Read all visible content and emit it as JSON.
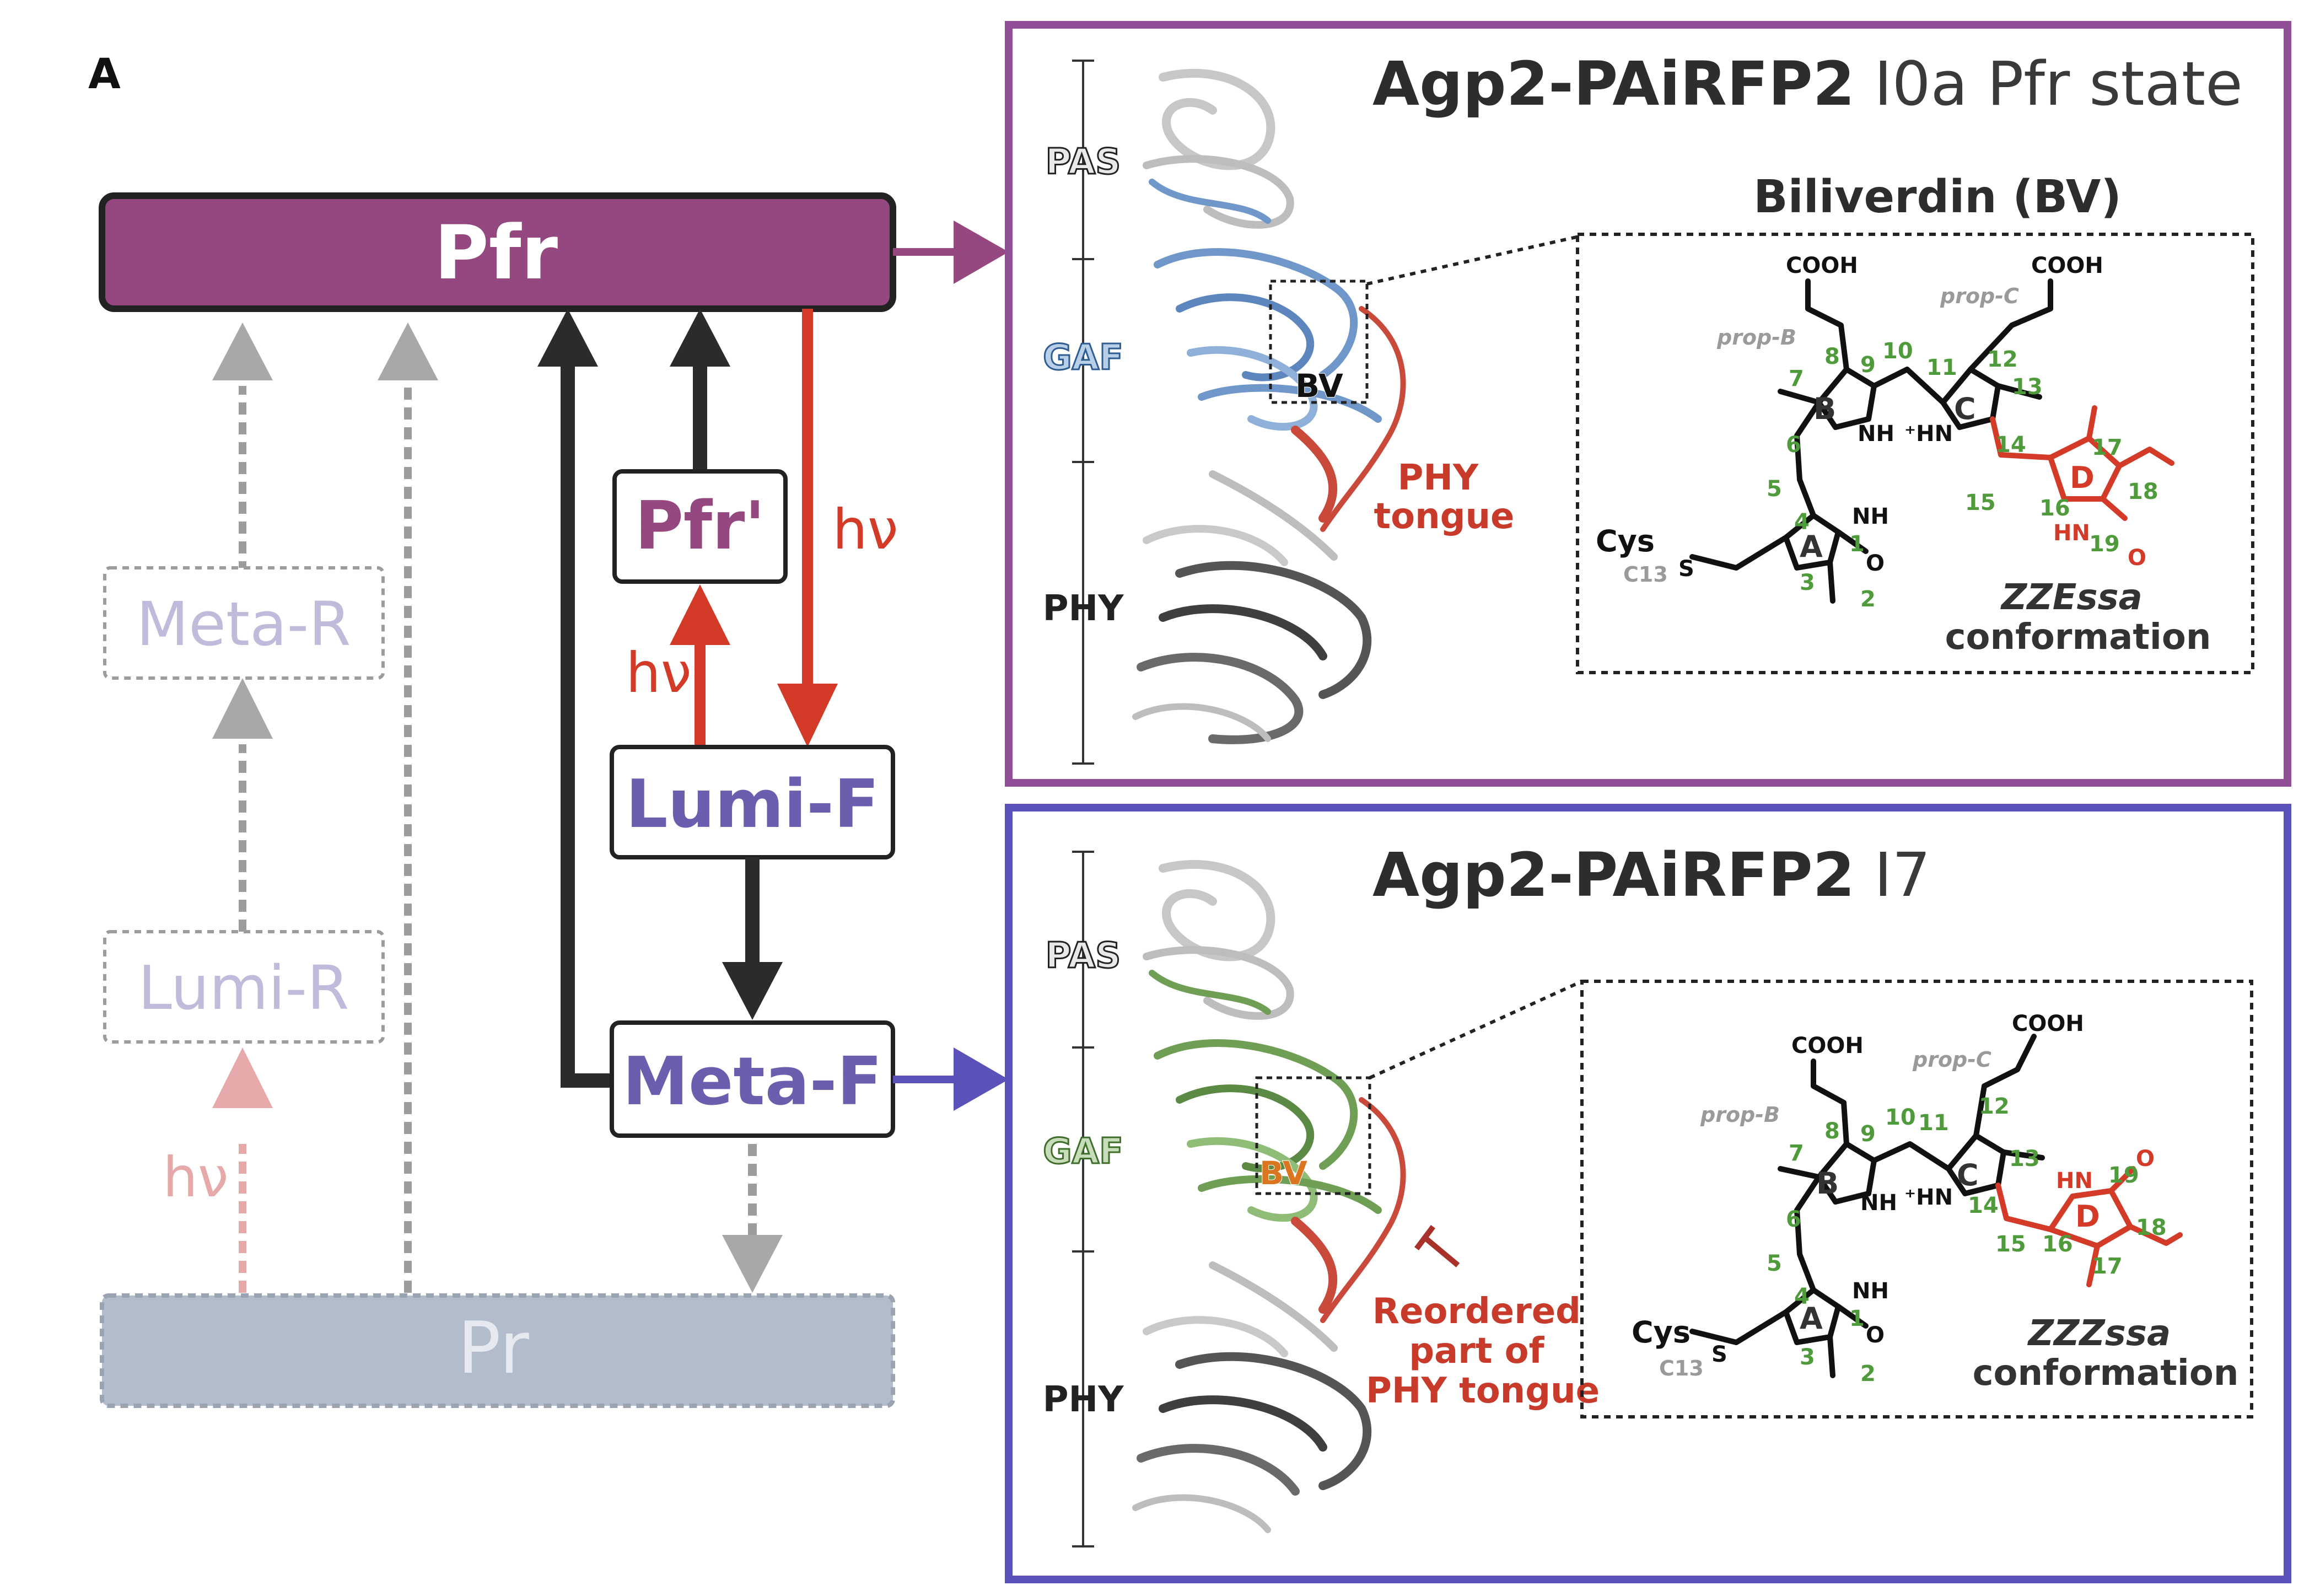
{
  "panel_label": "A",
  "scheme": {
    "pfr": "Pfr",
    "pfr_prime": "Pfr'",
    "lumi_f": "Lumi-F",
    "meta_f": "Meta-F",
    "meta_r": "Meta-R",
    "lumi_r": "Lumi-R",
    "pr": "Pr",
    "hv": "hν"
  },
  "panels": [
    {
      "title_bold": "Agp2-PAiRFP2",
      "title_rest": "I0a Pfr state",
      "domains": [
        "PAS",
        "GAF",
        "PHY"
      ],
      "chromophore_label": "BV",
      "tongue_label": [
        "PHY",
        "tongue"
      ],
      "inset_title": "Biliverdin (BV)",
      "conformation": [
        "ZZEssa",
        "conformation"
      ]
    },
    {
      "title_bold": "Agp2-PAiRFP2",
      "title_rest": "I7",
      "domains": [
        "PAS",
        "GAF",
        "PHY"
      ],
      "chromophore_label": "BV",
      "tongue_label": [
        "Reordered",
        "part of",
        "PHY tongue"
      ],
      "conformation": [
        "ZZZssa",
        "conformation"
      ]
    }
  ],
  "molecule": {
    "cooh": "COOH",
    "prop_b": "prop-B",
    "prop_c": "prop-C",
    "cys": "Cys",
    "c13": "C13",
    "s": "S",
    "nh": "NH",
    "hn_plus": "⁺HN",
    "hn": "HN",
    "o": "O",
    "rings": [
      "A",
      "B",
      "C",
      "D"
    ],
    "locants": [
      "1",
      "2",
      "3",
      "4",
      "5",
      "6",
      "7",
      "8",
      "9",
      "10",
      "11",
      "12",
      "13",
      "14",
      "15",
      "16",
      "17",
      "18",
      "19"
    ]
  },
  "colors": {
    "pfr": "#94487f",
    "pfr_prime": "#94487f",
    "lumi_meta_f": "#6a5fae",
    "pr_fill": "#b2bccb",
    "faded_text": "#c0bbdb",
    "red": "#d33a27",
    "dark_arrow": "#2b2b2b",
    "panel1_border": "#8f4e96",
    "panel2_border": "#5b52b9",
    "gaf_blue": "#6f97c9",
    "gaf_green": "#6e9f55",
    "locant_green": "#4f9a3a",
    "bv_orange": "#d9761f"
  }
}
